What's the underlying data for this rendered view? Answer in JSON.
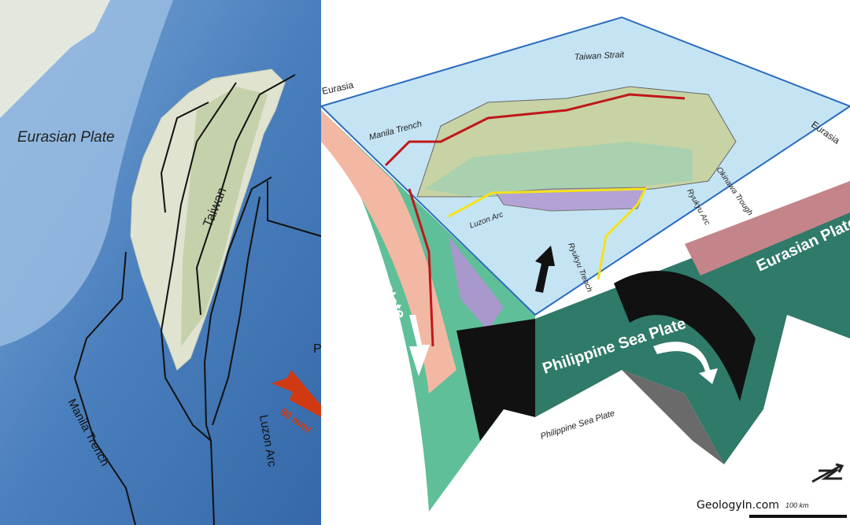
{
  "left_map": {
    "plate_label": "Eurasian Plate",
    "island_label": "Taiwan",
    "trench_label": "Manila Trench",
    "arc_label": "Luzon Arc",
    "rate_label": "80 mm/",
    "edge_letter": "P",
    "colors": {
      "ocean": "#3d72b0",
      "shelf": "#8fb5dc",
      "land": "#e6e8dc",
      "arrow": "#d03a12"
    }
  },
  "block_diagram": {
    "labels": {
      "taiwan_strait": "Taiwan Strait",
      "eurasia_left": "Eurasia",
      "eurasia_right": "Eurasia",
      "manila_trench": "Manila Trench",
      "okinawa_trough": "Okinawa Trough",
      "ryukyu_arc": "Ryukyu Arc",
      "luzon_arc": "Luzon Arc",
      "ryukyu_trench": "Ryukyu Trench",
      "eurasian_plate_left": "Eurasian Plate.",
      "eurasian_plate_right": "Eurasian Plate.",
      "philippine_sea_plate": "Philippine Sea Plate",
      "philippine_sea_plate_below": "Philippine Sea Plate"
    },
    "watermark": "GeologyIn.com",
    "scale_label": "100 km",
    "colors": {
      "sea": "#c5e4f3",
      "slab": "#2f7a68",
      "slab_light": "#5fbf98",
      "crust": "#f3b8a3"
    }
  }
}
